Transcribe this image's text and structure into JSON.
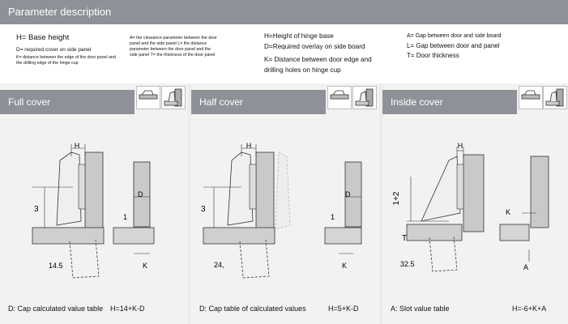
{
  "header": {
    "title": "Parameter description"
  },
  "description": {
    "col1_title": "H= Base height",
    "col1_line1": "D= required cover on side panel",
    "col1_line2": "K= distance between the edge of the door panel and",
    "col1_line3": "the drilling edge of the hinge cup",
    "col2_line1": "A= the clearance parameter between the door",
    "col2_line2": "panel and the side panel L= the distance",
    "col2_line3": "parameter between the door panel and the",
    "col2_line4": "side panel T= the thickness of the door panel",
    "col3_line1": "H=Height of hinge base",
    "col3_line2": "D=Required overlay on side board",
    "col3_line3": "K= Distance between door edge and",
    "col3_line4": "drilling holes on hinge cup",
    "col4_line1": "A= Gap between door and side board",
    "col4_line2": "L= Gap between door and panel",
    "col4_line3": "T= Door thickness"
  },
  "panels": [
    {
      "title": "Full cover",
      "caption": "D: Cap calculated value table",
      "formula": "H=14+K-D",
      "labels": {
        "h": "H",
        "height": "3",
        "dim": "14.5",
        "d": "D",
        "one": "1",
        "k": "K"
      }
    },
    {
      "title": "Half cover",
      "caption": "D: Cap table of calculated values",
      "formula": "H=5+K-D",
      "labels": {
        "h": "H",
        "height": "3",
        "dim": "24,",
        "d": "D",
        "one": "1",
        "k": "K"
      }
    },
    {
      "title": "Inside cover",
      "caption": "A: Slot value table",
      "formula": "H=-6+K+A",
      "labels": {
        "h": "H",
        "height": "1+2",
        "t": "T",
        "dim": "32.5",
        "k": "K",
        "a": "A"
      }
    }
  ],
  "icons": [
    "hinge-side-icon",
    "hinge-cup-icon"
  ],
  "colors": {
    "header": "#8e9197",
    "panel_bg": "#f2f2f2",
    "description_bg": "#ffffff"
  }
}
